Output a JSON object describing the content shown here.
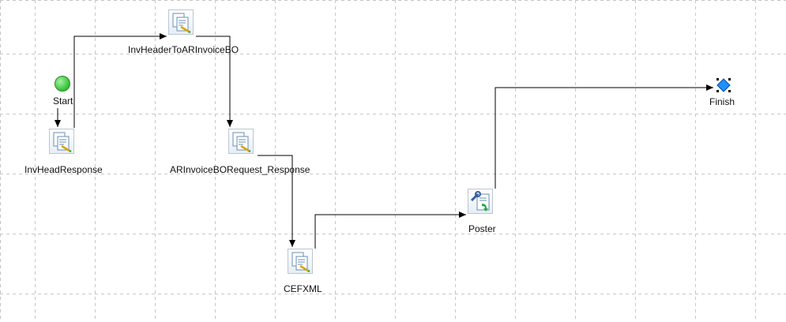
{
  "diagram": {
    "nodes": {
      "start": {
        "label": "Start",
        "icon": "start-circle-icon"
      },
      "inv_head_response": {
        "label": "InvHeadResponse",
        "icon": "mapping-document-icon"
      },
      "inv_header_to_ar": {
        "label": "InvHeaderToARInvoiceBO",
        "icon": "mapping-document-icon"
      },
      "ar_invoice_request": {
        "label": "ARInvoiceBORequest_Response",
        "icon": "mapping-document-icon"
      },
      "cefxml": {
        "label": "CEFXML",
        "icon": "mapping-document-icon"
      },
      "poster": {
        "label": "Poster",
        "icon": "poster-tool-icon"
      },
      "finish": {
        "label": "Finish",
        "icon": "finish-diamond-icon"
      }
    },
    "edges": [
      {
        "from": "Start",
        "to": "InvHeadResponse"
      },
      {
        "from": "InvHeadResponse",
        "to": "InvHeaderToARInvoiceBO"
      },
      {
        "from": "InvHeaderToARInvoiceBO",
        "to": "ARInvoiceBORequest_Response"
      },
      {
        "from": "ARInvoiceBORequest_Response",
        "to": "CEFXML"
      },
      {
        "from": "CEFXML",
        "to": "Poster"
      },
      {
        "from": "Poster",
        "to": "Finish"
      }
    ],
    "colors": {
      "start": "#3fc93f",
      "finish": "#1e90ff",
      "grid": "#c8c8c8",
      "connector": "#000000"
    }
  }
}
